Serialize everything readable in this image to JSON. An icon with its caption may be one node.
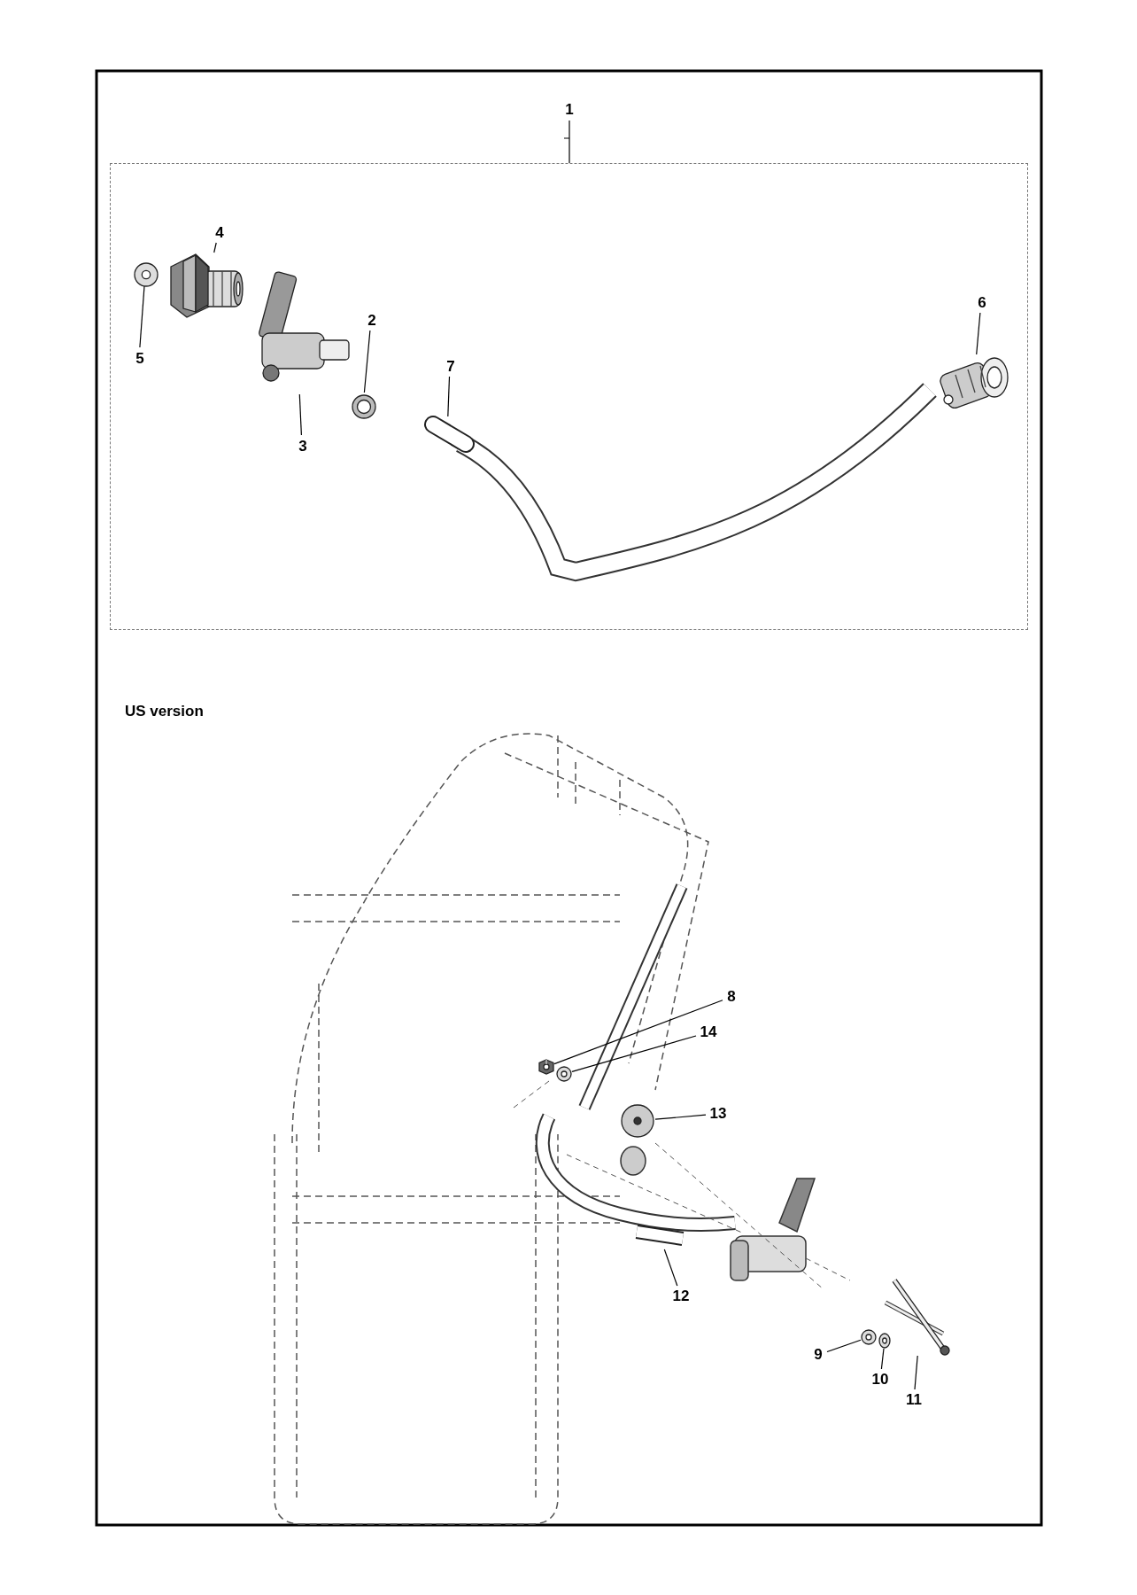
{
  "diagram": {
    "nodes": [
      {
        "text": [
          "1"
        ]
      },
      {
        "text": [],
        "shape": "box"
      },
      {
        "text": [
          "4"
        ],
        "in": 1
      },
      {
        "text": [],
        "shape": "picture",
        "in": 1
      },
      {
        "text": [
          "5"
        ],
        "in": 1
      },
      {
        "text": [],
        "shape": "picture",
        "in": 1
      },
      {
        "text": [
          "2"
        ],
        "in": 1
      },
      {
        "text": [],
        "shape": "picture",
        "in": 1
      },
      {
        "text": [
          "3"
        ],
        "in": 1
      },
      {
        "text": [],
        "shape": "picture",
        "in": 1
      },
      {
        "text": [
          "7"
        ],
        "in": 1
      },
      {
        "text": [],
        "shape": "picture",
        "in": 1
      },
      {
        "text": [
          "6"
        ],
        "in": 1
      },
      {
        "text": [],
        "shape": "picture",
        "in": 1
      },
      {
        "text": [
          "8"
        ]
      },
      {
        "text": [],
        "shape": "picture"
      },
      {
        "text": [
          "14"
        ]
      },
      {
        "text": [],
        "shape": "picture"
      },
      {
        "text": [
          "13"
        ]
      },
      {
        "text": [],
        "shape": "picture"
      },
      {
        "text": [
          "12"
        ]
      },
      {
        "text": [],
        "shape": "picture"
      },
      {
        "text": [
          "9"
        ]
      },
      {
        "text": [],
        "shape": "picture"
      },
      {
        "text": [
          "10"
        ]
      },
      {
        "text": [],
        "shape": "picture"
      },
      {
        "text": [
          "11"
        ]
      },
      {
        "text": [],
        "shape": "picture"
      }
    ],
    "edges": [
      {
        "from": 0,
        "to": 1,
        "arrow": "none"
      },
      {
        "from": 2,
        "to": 3,
        "arrow": "none"
      },
      {
        "from": 4,
        "to": 5,
        "arrow": "none"
      },
      {
        "from": 6,
        "to": 7,
        "arrow": "none"
      },
      {
        "from": 8,
        "to": 9,
        "arrow": "none"
      },
      {
        "from": 10,
        "to": 11,
        "arrow": "none"
      },
      {
        "from": 12,
        "to": 13,
        "arrow": "none"
      },
      {
        "from": 14,
        "to": 15,
        "arrow": "none"
      },
      {
        "from": 16,
        "to": 17,
        "arrow": "none"
      },
      {
        "from": 18,
        "to": 19,
        "arrow": "none"
      },
      {
        "from": 20,
        "to": 21,
        "arrow": "none"
      },
      {
        "from": 22,
        "to": 23,
        "arrow": "none"
      },
      {
        "from": 24,
        "to": 25,
        "arrow": "none"
      },
      {
        "from": 26,
        "to": 27,
        "arrow": "none"
      }
    ],
    "labels": [
      "US version"
    ]
  }
}
